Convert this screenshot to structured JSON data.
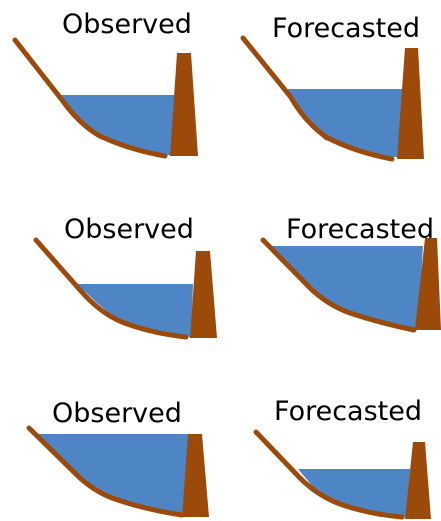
{
  "colors": {
    "dam": "#9C4A0A",
    "water": "#4E86C5",
    "background": "#FFFFFF",
    "text": "#000000"
  },
  "panels": [
    {
      "label": "Observed",
      "row": 1,
      "column": 1,
      "water_level": "low"
    },
    {
      "label": "Forecasted",
      "row": 1,
      "column": 2,
      "water_level": "low"
    },
    {
      "label": "Observed",
      "row": 2,
      "column": 1,
      "water_level": "low"
    },
    {
      "label": "Forecasted",
      "row": 2,
      "column": 2,
      "water_level": "full"
    },
    {
      "label": "Observed",
      "row": 3,
      "column": 1,
      "water_level": "full"
    },
    {
      "label": "Forecasted",
      "row": 3,
      "column": 2,
      "water_level": "low"
    }
  ]
}
